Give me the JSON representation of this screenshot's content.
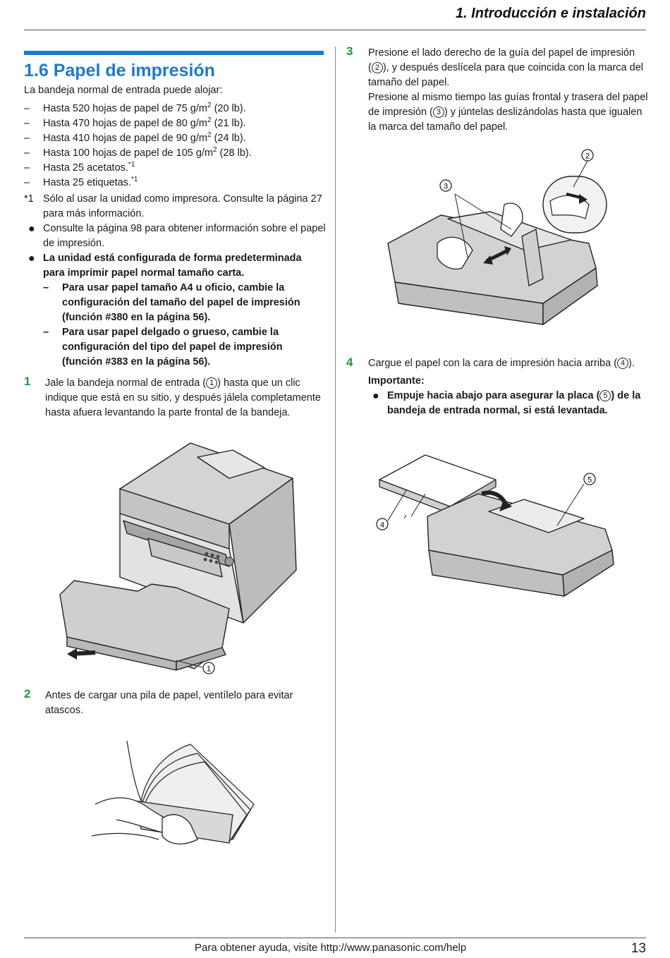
{
  "header": {
    "chapter": "1. Introducción e instalación"
  },
  "section": {
    "title": "1.6 Papel de impresión"
  },
  "intro": "La bandeja normal de entrada puede alojar:",
  "capacity": [
    {
      "dash": "–",
      "pre": "Hasta 520 hojas de papel de 75 g/m",
      "sup": "2",
      "post": " (20 lb)."
    },
    {
      "dash": "–",
      "pre": "Hasta 470 hojas de papel de 80 g/m",
      "sup": "2",
      "post": " (21 lb)."
    },
    {
      "dash": "–",
      "pre": "Hasta 410 hojas de papel de 90 g/m",
      "sup": "2",
      "post": " (24 lb)."
    },
    {
      "dash": "–",
      "pre": "Hasta 100 hojas de papel de 105 g/m",
      "sup": "2",
      "post": " (28 lb)."
    },
    {
      "dash": "–",
      "pre": "Hasta 25 acetatos.",
      "sup": "*1",
      "post": ""
    },
    {
      "dash": "–",
      "pre": "Hasta 25 etiquetas.",
      "sup": "*1",
      "post": ""
    }
  ],
  "footnote": {
    "mark": "*1",
    "line1": "Sólo al usar la unidad como impresora. Consulte la página 27",
    "line2": "para más información."
  },
  "bullets": {
    "b1_line1": "Consulte la página 98 para obtener información sobre el papel",
    "b1_line2": "de impresión.",
    "b2_line1": "La unidad está configurada de forma predeterminada",
    "b2_line2": "para imprimir papel normal tamaño carta.",
    "sub1_line1": "Para usar papel tamaño A4 u oficio, cambie la",
    "sub1_line2": "configuración del tamaño del papel de impresión",
    "sub1_line3": "(función #380 en la página 56).",
    "sub2_line1": "Para usar papel delgado o grueso, cambie la",
    "sub2_line2": "configuración del tipo del papel de impresión",
    "sub2_line3": "(función #383 en la página 56).",
    "dot": "●",
    "dash": "–"
  },
  "steps": {
    "s1": {
      "num": "1",
      "l1a": "Jale la bandeja normal de entrada (",
      "l1c": "1",
      "l1b": ") hasta que un clic",
      "l2": "indique que está en su sitio, y después jálela completamente",
      "l3": "hasta afuera levantando la parte frontal de la bandeja."
    },
    "s2": {
      "num": "2",
      "l1": "Antes de cargar una pila de papel, ventílelo para evitar",
      "l2": "atascos."
    },
    "s3": {
      "num": "3",
      "l1": "Presione el lado derecho de la guía del papel de impresión",
      "l2a": "(",
      "l2c": "2",
      "l2b": "), y después deslícela para que coincida con la marca del",
      "l3": "tamaño del papel.",
      "l4": "Presione al mismo tiempo las guías frontal y trasera del papel",
      "l5a": "de impresión (",
      "l5c": "3",
      "l5b": ") y júntelas deslizándolas hasta que igualen",
      "l6": "la marca del tamaño del papel."
    },
    "s4": {
      "num": "4",
      "l1a": "Cargue el papel con la cara de impresión hacia arriba (",
      "l1c": "4",
      "l1b": ").",
      "important": "Importante:",
      "b1a": "Empuje hacia abajo para asegurar la placa (",
      "b1c": "5",
      "b1b": ") de la",
      "b2": "bandeja de entrada normal, si está levantada."
    }
  },
  "callouts": {
    "c1": "1",
    "c2": "2",
    "c3": "3",
    "c4": "4",
    "c5": "5"
  },
  "footer": {
    "help": "Para obtener ayuda, visite http://www.panasonic.com/help",
    "page": "13"
  }
}
